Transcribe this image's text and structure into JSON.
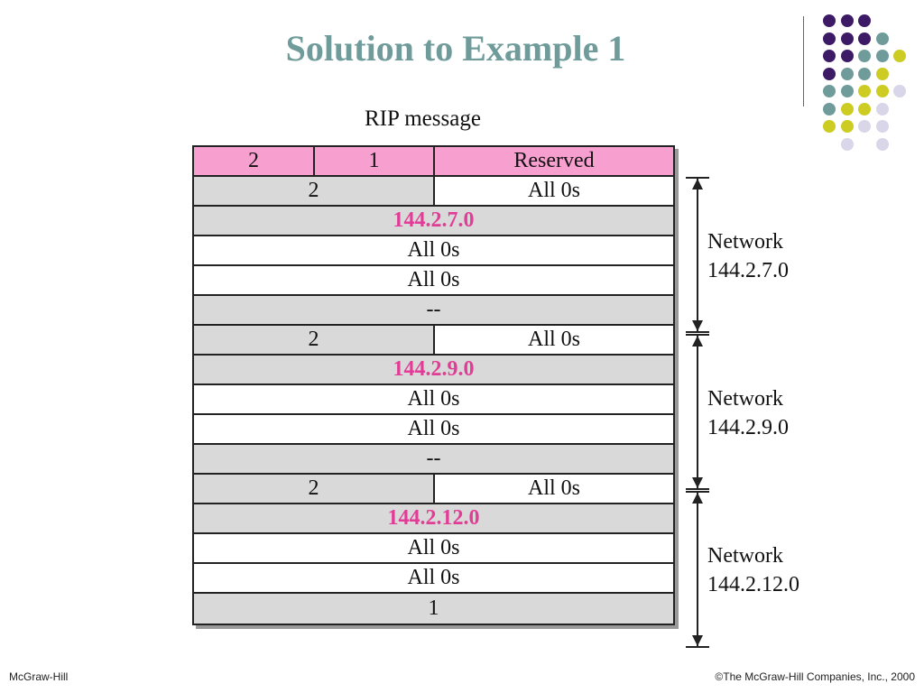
{
  "slide": {
    "title": "Solution to Example 1",
    "footer_left": "McGraw-Hill",
    "footer_right": "©The McGraw-Hill Companies, Inc., 2000"
  },
  "colors": {
    "title": "#6f9c9b",
    "header_row": "#f79fcf",
    "address_text": "#e13c96",
    "gray_row": "#d9d9d9",
    "dot_purple": "#3d1a66",
    "dot_teal": "#6f9c9b",
    "dot_yellow": "#cccc22",
    "dot_lavender": "#d8d6e8"
  },
  "diagram": {
    "caption": "RIP message",
    "header": [
      "2",
      "1",
      "Reserved"
    ],
    "entries": [
      {
        "family": "2",
        "family_rest": "All 0s",
        "address": "144.2.7.0",
        "zero1": "All 0s",
        "zero2": "All 0s",
        "metric": "--",
        "label_line1": "Network",
        "label_line2": "144.2.7.0"
      },
      {
        "family": "2",
        "family_rest": "All 0s",
        "address": "144.2.9.0",
        "zero1": "All 0s",
        "zero2": "All 0s",
        "metric": "--",
        "label_line1": "Network",
        "label_line2": "144.2.9.0"
      },
      {
        "family": "2",
        "family_rest": "All 0s",
        "address": "144.2.12.0",
        "zero1": "All 0s",
        "zero2": "All 0s",
        "metric": "1",
        "label_line1": "Network",
        "label_line2": "144.2.12.0"
      }
    ]
  },
  "decoration": {
    "dot_grid": [
      [
        "purple",
        "purple",
        "purple",
        "",
        "",
        ""
      ],
      [
        "purple",
        "purple",
        "purple",
        "teal",
        "",
        ""
      ],
      [
        "purple",
        "purple",
        "teal",
        "teal",
        "yellow",
        ""
      ],
      [
        "purple",
        "teal",
        "teal",
        "yellow",
        "",
        ""
      ],
      [
        "teal",
        "teal",
        "yellow",
        "yellow",
        "lavender",
        ""
      ],
      [
        "teal",
        "yellow",
        "yellow",
        "lavender",
        "",
        ""
      ],
      [
        "yellow",
        "yellow",
        "lavender",
        "lavender",
        "",
        ""
      ],
      [
        "",
        "lavender",
        "",
        "lavender",
        "",
        ""
      ]
    ]
  }
}
